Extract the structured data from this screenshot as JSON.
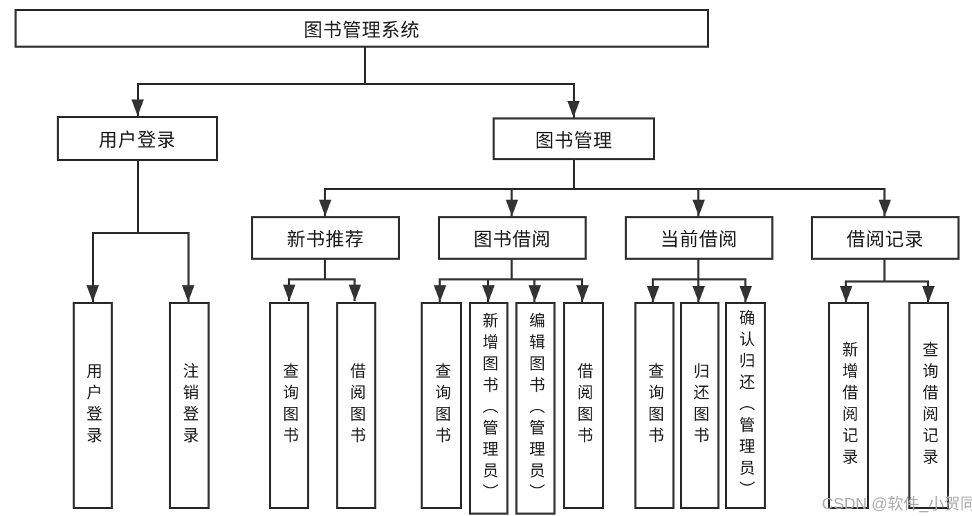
{
  "theme": {
    "background": "#ffffff",
    "line_color": "#333333",
    "text_color": "#1c1c1c",
    "watermark_color": "#ababab"
  },
  "diagram": {
    "root": {
      "label": "图书管理系统"
    },
    "level2": {
      "user_login": {
        "label": "用户登录"
      },
      "book_management": {
        "label": "图书管理"
      }
    },
    "level3": {
      "new_book_recommend": {
        "label": "新书推荐"
      },
      "book_borrow": {
        "label": "图书借阅"
      },
      "current_borrow": {
        "label": "当前借阅"
      },
      "borrow_record": {
        "label": "借阅记录"
      }
    },
    "leaves": {
      "user_login": [
        "用户登录",
        "注销登录"
      ],
      "new_book_recommend": [
        "查询图书",
        "借阅图书"
      ],
      "book_borrow": [
        "查询图书",
        "新增图书（管理员）",
        "编辑图书（管理员）",
        "借阅图书"
      ],
      "current_borrow": [
        "查询图书",
        "归还图书",
        "确认归还（管理员）"
      ],
      "borrow_record": [
        "新增借阅记录",
        "查询借阅记录"
      ]
    }
  },
  "watermark": {
    "text": "CSDN @软件_小贺同学"
  }
}
